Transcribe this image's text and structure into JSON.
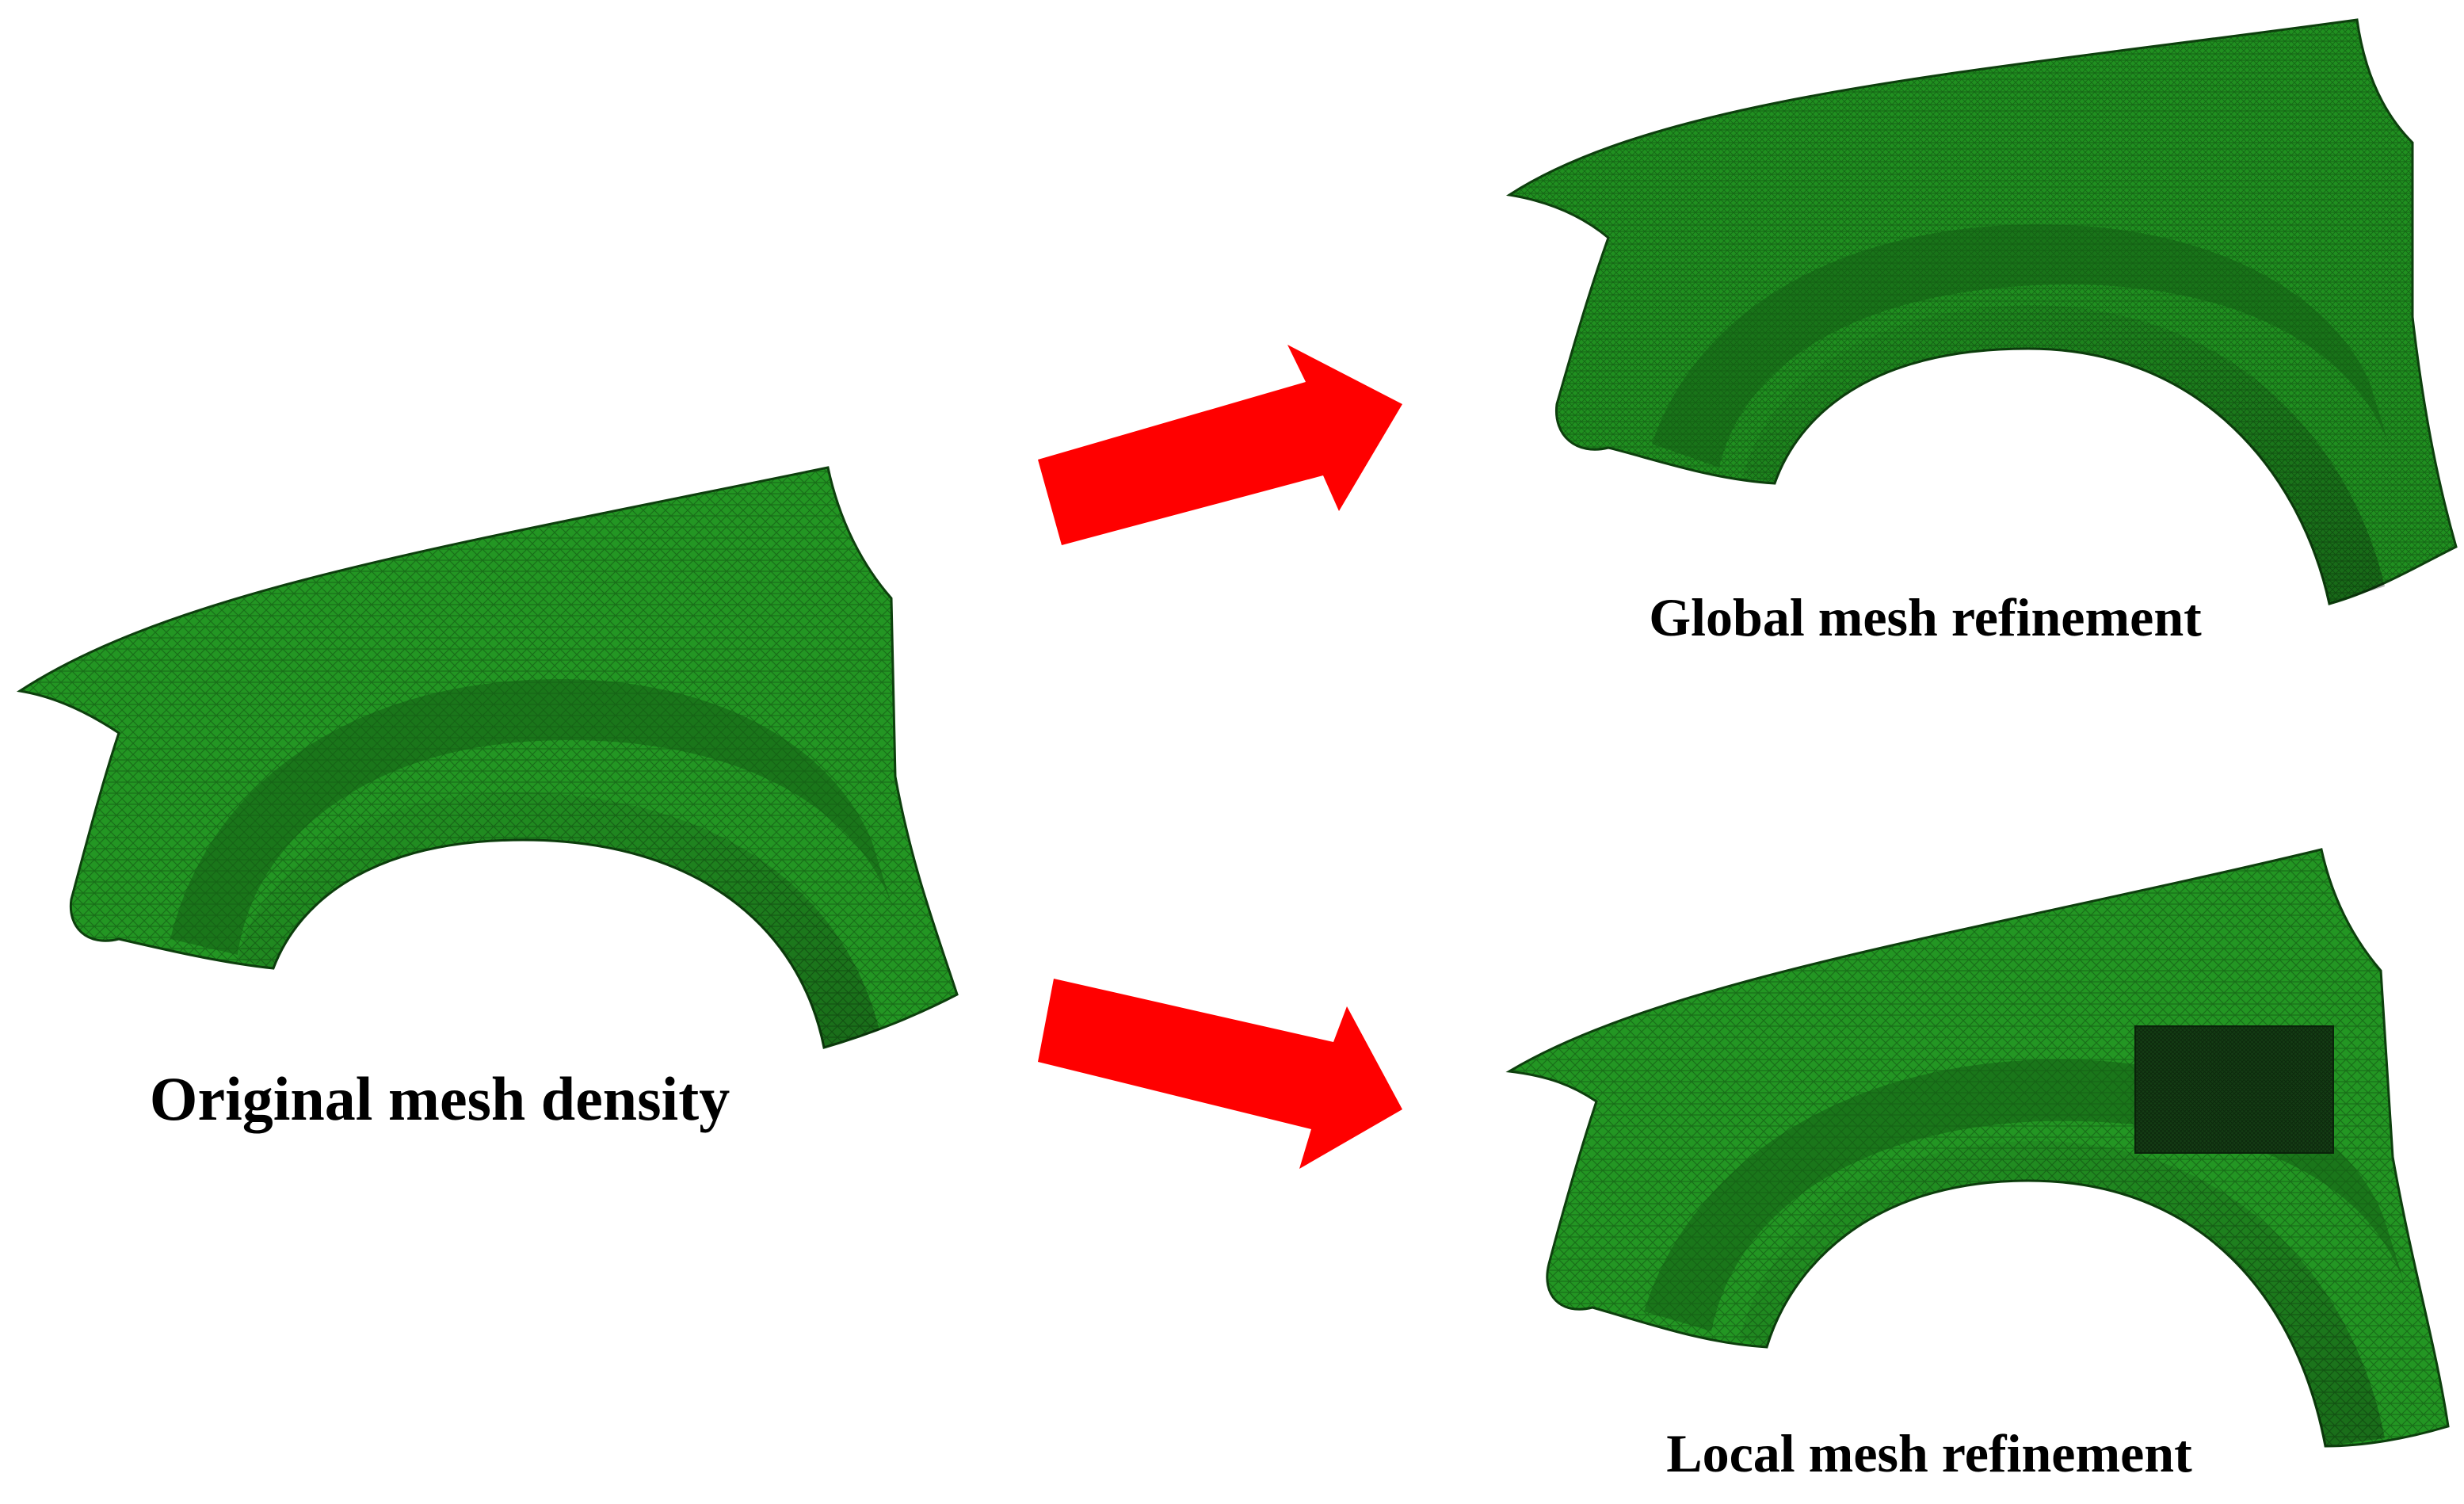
{
  "labels": {
    "original": "Original mesh density",
    "global": "Global mesh refinement",
    "local": "Local mesh refinement"
  },
  "colors": {
    "mesh_fill": "#1f8a1f",
    "mesh_fill_light": "#2ea82e",
    "mesh_dark": "#0d3f0d",
    "arch_shadow": "#145c14",
    "refined_patch": "#0b2a0b",
    "arrow": "#ff0000",
    "background": "#ffffff"
  },
  "icons": {
    "arrow_top": "right-arrow-icon",
    "arrow_bottom": "right-arrow-icon"
  }
}
